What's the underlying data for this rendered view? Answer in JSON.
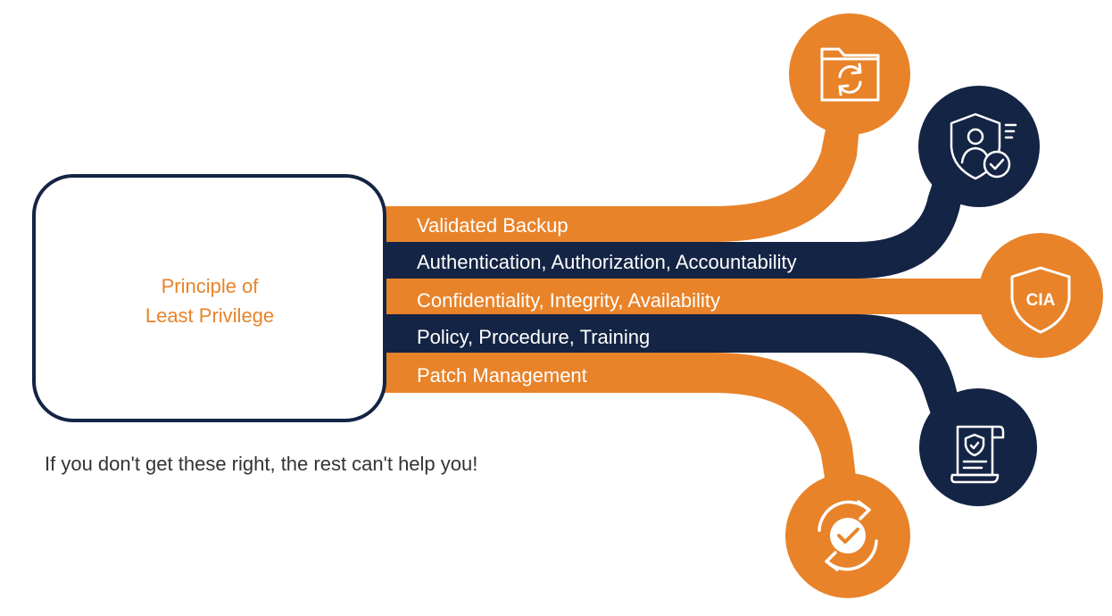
{
  "center_box": {
    "line1": "Principle of",
    "line2": "Least Privilege"
  },
  "bands": [
    {
      "label": "Validated Backup",
      "color": "orange",
      "icon": "folder-sync-icon"
    },
    {
      "label": "Authentication, Authorization, Accountability",
      "color": "navy",
      "icon": "user-shield-check-icon"
    },
    {
      "label": "Confidentiality, Integrity, Availability",
      "color": "orange",
      "icon": "cia-shield-icon"
    },
    {
      "label": "Policy, Procedure, Training",
      "color": "navy",
      "icon": "policy-document-icon"
    },
    {
      "label": "Patch Management",
      "color": "orange",
      "icon": "refresh-check-icon"
    }
  ],
  "icon_badges": {
    "cia_text": "CIA"
  },
  "footer": {
    "text": "If you don't get these right, the rest can't help you!"
  },
  "colors": {
    "orange": "#e8832a",
    "navy": "#142444",
    "white": "#ffffff",
    "text": "#333333"
  }
}
